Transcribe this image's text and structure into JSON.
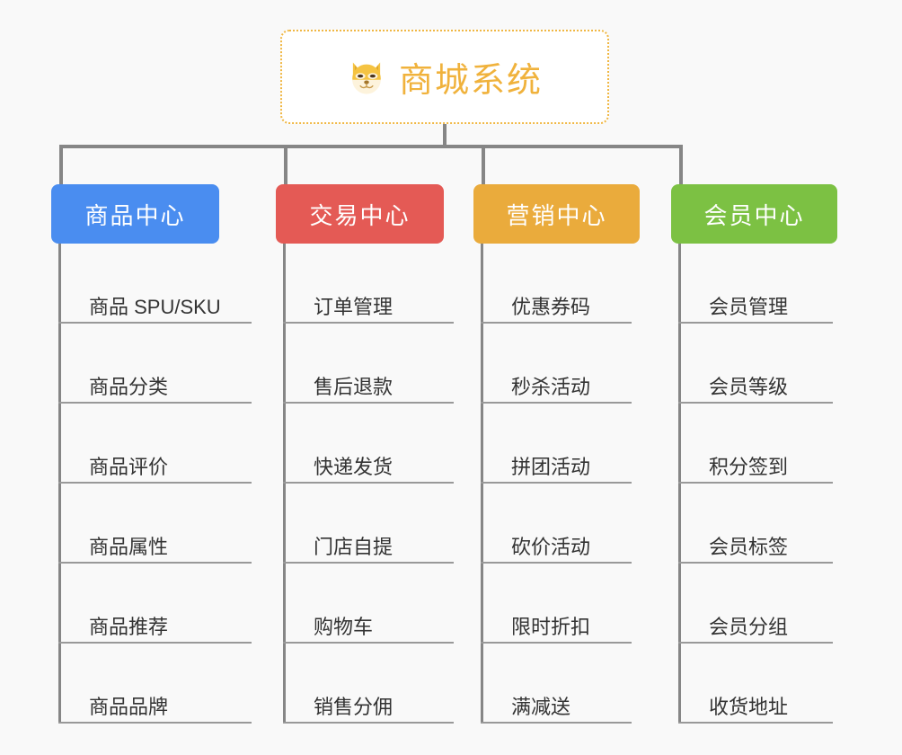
{
  "canvas": {
    "background": "#f9f9f9",
    "connector_color": "#868686",
    "leaf_rule_color": "#999999"
  },
  "root": {
    "title": "商城系统",
    "icon": "dog-face-icon",
    "text_color": "#f0b23c",
    "border_color": "#f0b743",
    "background": "#ffffff"
  },
  "branches": [
    {
      "label": "商品中心",
      "color": "#4a8df0",
      "items": [
        "商品 SPU/SKU",
        "商品分类",
        "商品评价",
        "商品属性",
        "商品推荐",
        "商品品牌"
      ]
    },
    {
      "label": "交易中心",
      "color": "#e45a55",
      "items": [
        "订单管理",
        "售后退款",
        "快递发货",
        "门店自提",
        "购物车",
        "销售分佣"
      ]
    },
    {
      "label": "营销中心",
      "color": "#eaab3c",
      "items": [
        "优惠券码",
        "秒杀活动",
        "拼团活动",
        "砍价活动",
        "限时折扣",
        "满减送"
      ]
    },
    {
      "label": "会员中心",
      "color": "#7cc143",
      "items": [
        "会员管理",
        "会员等级",
        "积分签到",
        "会员标签",
        "会员分组",
        "收货地址"
      ]
    }
  ]
}
